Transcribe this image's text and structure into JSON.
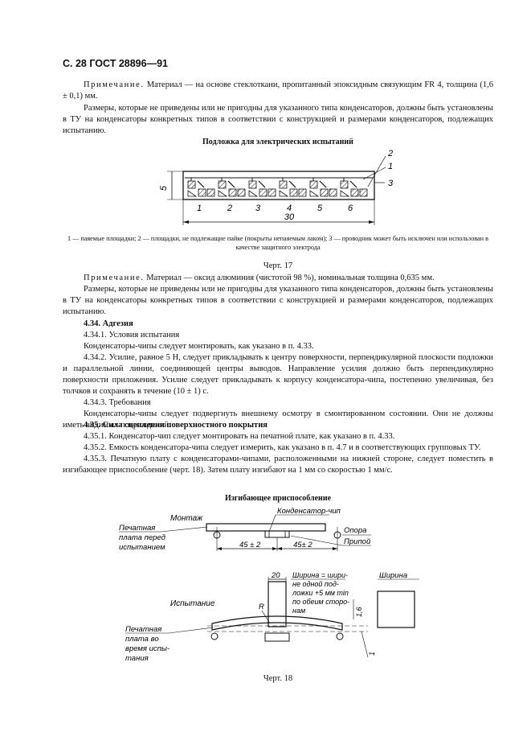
{
  "header": "С. 28 ГОСТ 28896—91",
  "note1": {
    "label": "Примечание.",
    "text": " Материал — на основе стеклоткани, пропитанный эпоксидным связующим FR 4, толщина (1,6 ± 0,1)  мм."
  },
  "para_dims1": "Размеры, которые не приведены или не пригодны для указанного типа конденсаторов, должны быть установлены в ТУ на конденсаторы конкретных типов в соответствии с конструкцией и размерами конденсаторов, подлежащих испытанию.",
  "fig17": {
    "title": "Подложка для электрических испытаний",
    "dim_width": "30",
    "dim_height": "5",
    "numbers": [
      "1",
      "2",
      "3",
      "4",
      "5",
      "6"
    ],
    "callouts": [
      "2",
      "1",
      "3"
    ],
    "legend": "1 — паяемые площадки; 2 — площадки, не подлежащие пайке (покрыты непаяемым лаком); 3 — проводник может быть исключен или использован в качестве защитного электрода",
    "caption": "Черт. 17"
  },
  "note2": {
    "label": "Примечание.",
    "text": " Материал — оксид алюминия (чистотой 98 %), номинальная толщина 0,635 мм."
  },
  "para_dims2": "Размеры, которые не приведены или не пригодны для указанного типа конденсаторов, должны быть установлены в ТУ на конденсаторы конкретных типов в соответствии с конструкцией и размерами конденсаторов, подлежащих испытанию.",
  "section434": {
    "heading": "4.34. Адгезия",
    "p1": "4.34.1. Условия испытания",
    "p2": "Конденсаторы-чипы следует монтировать, как указано в п.  4.33.",
    "p3": "4.34.2. Усилие, равное 5 Н, следует прикладывать к центру поверхности, перпендикулярной плоскости подложки и параллельной линии, соединяющей центры выводов. Направление усилия должно быть перпендикулярно поверхности приложения. Усилие следует прикладывать к корпусу конденсатора-чипа, постепенно увеличивая, без толчков и сохранять в течение (10 ± 1)  с.",
    "p4": "4.34.3. Требования",
    "p5": "Конденсаторы-чипы следует подвергнуть внешнему осмотру в смонтированном состоянии. Они не должны иметь видимых повреждений."
  },
  "section435": {
    "heading": "4.35. Сила сцепления поверхностного покрытия",
    "p1": "4.35.1. Конденсатор-чип следует монтировать на печатной плате, как указано в п.  4.33.",
    "p2": "4.35.2. Емкость конденсатора-чипа следует измерить, как указано в п.  4.7 и в соответствующих групповых ТУ.",
    "p3": "4.35.3. Печатную плату с конденсаторами-чипами, расположенными на нижней стороне, следует поместить в изгибающее приспособление (черт. 18). Затем плату изгибают на 1 мм со скоростью 1 мм/с."
  },
  "fig18": {
    "title": "Изгибающее приспособление",
    "montazh": "Монтаж",
    "capacitor_chip": "Конденсатор-чип",
    "board_before": [
      "Печатная",
      "плата перед",
      "испытанием"
    ],
    "support": "Опора",
    "solder": "Припой",
    "dim_left": "45 ± 2",
    "dim_right": "45±  2",
    "dim_20": "20",
    "width_note": [
      "Ширина = шири-",
      "не одной под-",
      "ложки +5 мм min",
      "по обеим сторо-",
      "нам"
    ],
    "width_label": "Ширина",
    "test_label": "Испытание",
    "radius": "R",
    "dim_16": "1,6",
    "dim_1": "1",
    "board_during": [
      "Печатная",
      "плата во",
      "время испы-",
      "тания"
    ],
    "caption": "Черт. 18"
  }
}
